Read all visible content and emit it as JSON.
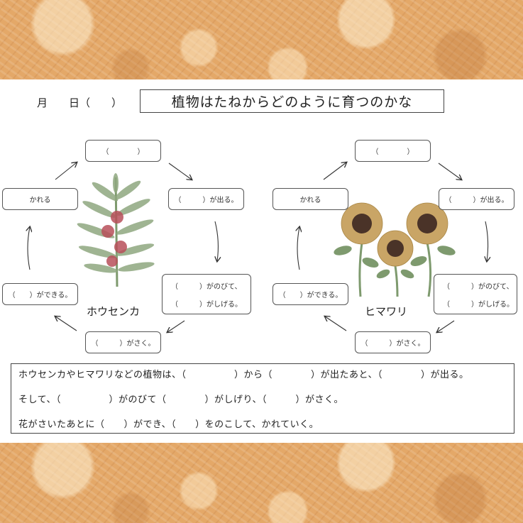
{
  "header": {
    "date_line": "月　　日（　　）",
    "title": "植物はたねからどのように育つのかな"
  },
  "houseka": {
    "name": "ホウセンカ",
    "top": "（　　　　）",
    "right": "（　　　）が出る。",
    "lower_right_1": "（　　　）がのびて、",
    "lower_right_2": "（　　　）がしげる。",
    "bottom": "（　　　）がさく。",
    "left": "（　　）ができる。",
    "upper_left": "かれる"
  },
  "himawari": {
    "name": "ヒマワリ",
    "top": "（　　　　）",
    "right": "（　　　）が出る。",
    "lower_right_1": "（　　　）がのびて、",
    "lower_right_2": "（　　　）がしげる。",
    "bottom": "（　　　）がさく。",
    "left": "（　　）ができる。",
    "upper_left": "かれる"
  },
  "summary": {
    "line1": "ホウセンカやヒマワリなどの植物は、（　　　　　）から（　　　　）が出たあと、（　　　　）が出る。",
    "line2": "そして、（　　　　　）がのびて（　　　　）がしげり、（　　　）がさく。",
    "line3": "花がさいたあとに（　　）ができ、（　　）をのこして、かれていく。"
  },
  "colors": {
    "cork": "#e4a868",
    "leaf": "#7e9a6e",
    "houseka_flower": "#b8505a",
    "sunflower_petal": "#c9a566",
    "sunflower_center": "#4a3328"
  }
}
